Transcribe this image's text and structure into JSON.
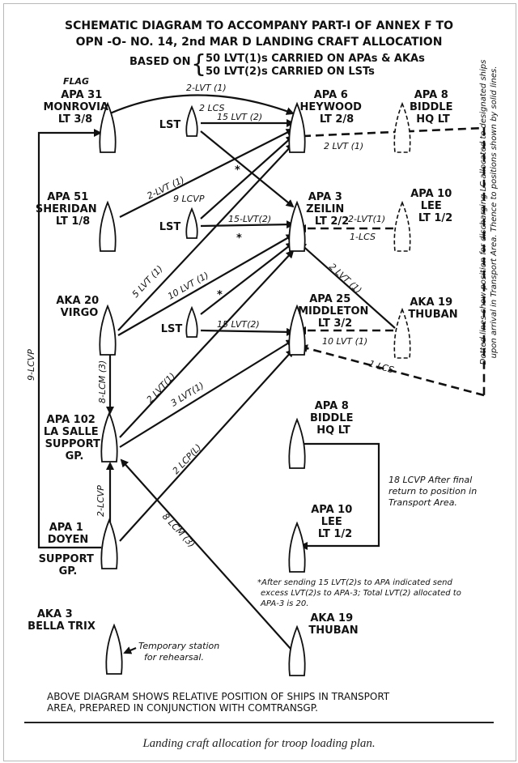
{
  "title": {
    "line1": "SCHEMATIC DIAGRAM TO ACCOMPANY PART-I OF ANNEX F TO",
    "line2": "OPN -O- NO. 14, 2nd MAR D LANDING CRAFT ALLOCATION",
    "based_on": "BASED ON",
    "based_item1": "50 LVT(1)s CARRIED ON APAs & AKAs",
    "based_item2": "50 LVT(2)s CARRIED ON LSTs"
  },
  "flag_label": "FLAG",
  "ships": {
    "apa31": [
      "APA 31",
      "MONROVIA",
      "LT 3/8"
    ],
    "apa6": [
      "APA 6",
      "HEYWOOD",
      "LT 2/8"
    ],
    "apa8_top": [
      "APA 8",
      "BIDDLE",
      "HQ LT"
    ],
    "apa51": [
      "APA 51",
      "SHERIDAN",
      "LT 1/8"
    ],
    "apa3": [
      "APA 3",
      "ZEILIN",
      "LT 2/2"
    ],
    "apa10_top": [
      "APA 10",
      "LEE",
      "LT 1/2"
    ],
    "aka20": [
      "AKA 20",
      "VIRGO"
    ],
    "apa25": [
      "APA 25",
      "MIDDLETON",
      "LT 3/2"
    ],
    "aka19_top": [
      "AKA 19",
      "THUBAN"
    ],
    "apa102": [
      "APA 102",
      "LA SALLE",
      "SUPPORT",
      "GP."
    ],
    "apa8_low": [
      "APA 8",
      "BIDDLE",
      "HQ LT"
    ],
    "apa10_low": [
      "APA 10",
      "LEE",
      "LT 1/2"
    ],
    "apa1": [
      "APA 1",
      "DOYEN"
    ],
    "apa1_sub": [
      "SUPPORT",
      "GP."
    ],
    "aka3": [
      "AKA 3",
      "BELLA TRIX"
    ],
    "aka19_low": [
      "AKA 19",
      "THUBAN"
    ],
    "lst": "LST"
  },
  "labels": {
    "l1": "2-LVT (1)",
    "l2": "2 LCS",
    "l3": "15 LVT (2)",
    "l4": "2 LVT (1)",
    "l5": "2-LVT (1)",
    "l6": "9 LCVP",
    "l7": "15-LVT(2)",
    "l8": "2-LVT(1)",
    "l9": "1-LCS",
    "l10": "5 LVT (1)",
    "l11": "10 LVT (1)",
    "l12": "2 LVT (1)",
    "l13": "15 LVT(2)",
    "l14": "10 LVT (1)",
    "l15": "1 LCS",
    "l16": "8-LCM (3)",
    "l17": "2 LVT(1)",
    "l18": "3 LVT(1)",
    "l19": "2 LCP(L)",
    "l20": "2-LCVP",
    "l21": "8 LCM (3)",
    "l22": "9-LCVP",
    "star": "*"
  },
  "note_right": {
    "line1": "Dotted lines show position for discharging LC allocated to designated ships",
    "line2": "upon arrival in Transport Area. Thence to positions shown by solid lines."
  },
  "note_18": [
    "18 LCVP After final",
    "return to position in",
    "Transport Area."
  ],
  "footnote": [
    "*After sending 15 LVT(2)s to APA indicated send",
    "excess LVT(2)s to APA-3; Total LVT(2) allocated to",
    "APA-3 is 20."
  ],
  "temp_station": [
    "Temporary station",
    "for rehearsal."
  ],
  "bottom_note": [
    "ABOVE DIAGRAM SHOWS RELATIVE POSITION OF SHIPS IN TRANSPORT",
    "AREA, PREPARED IN CONJUNCTION WITH COMTRANSGP."
  ],
  "caption": "Landing craft allocation for troop loading plan."
}
